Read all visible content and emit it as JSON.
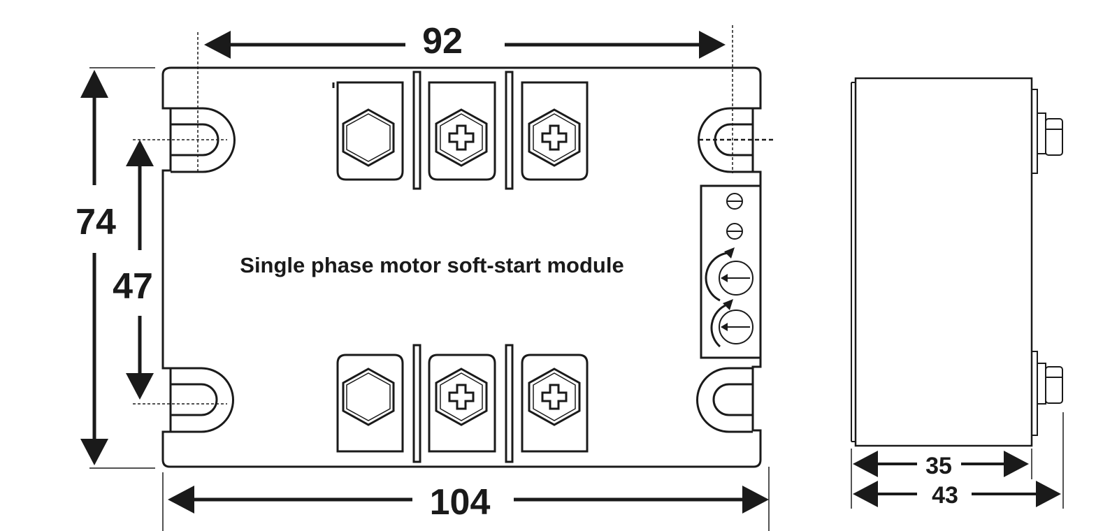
{
  "module": {
    "title": "Single phase motor soft-start module"
  },
  "dimensions": {
    "top_width": "92",
    "bottom_width": "104",
    "total_height": "74",
    "mount_spacing": "47",
    "side_depth_inner": "35",
    "side_depth_total": "43"
  },
  "colors": {
    "line": "#1a1a1a",
    "background": "#ffffff"
  }
}
